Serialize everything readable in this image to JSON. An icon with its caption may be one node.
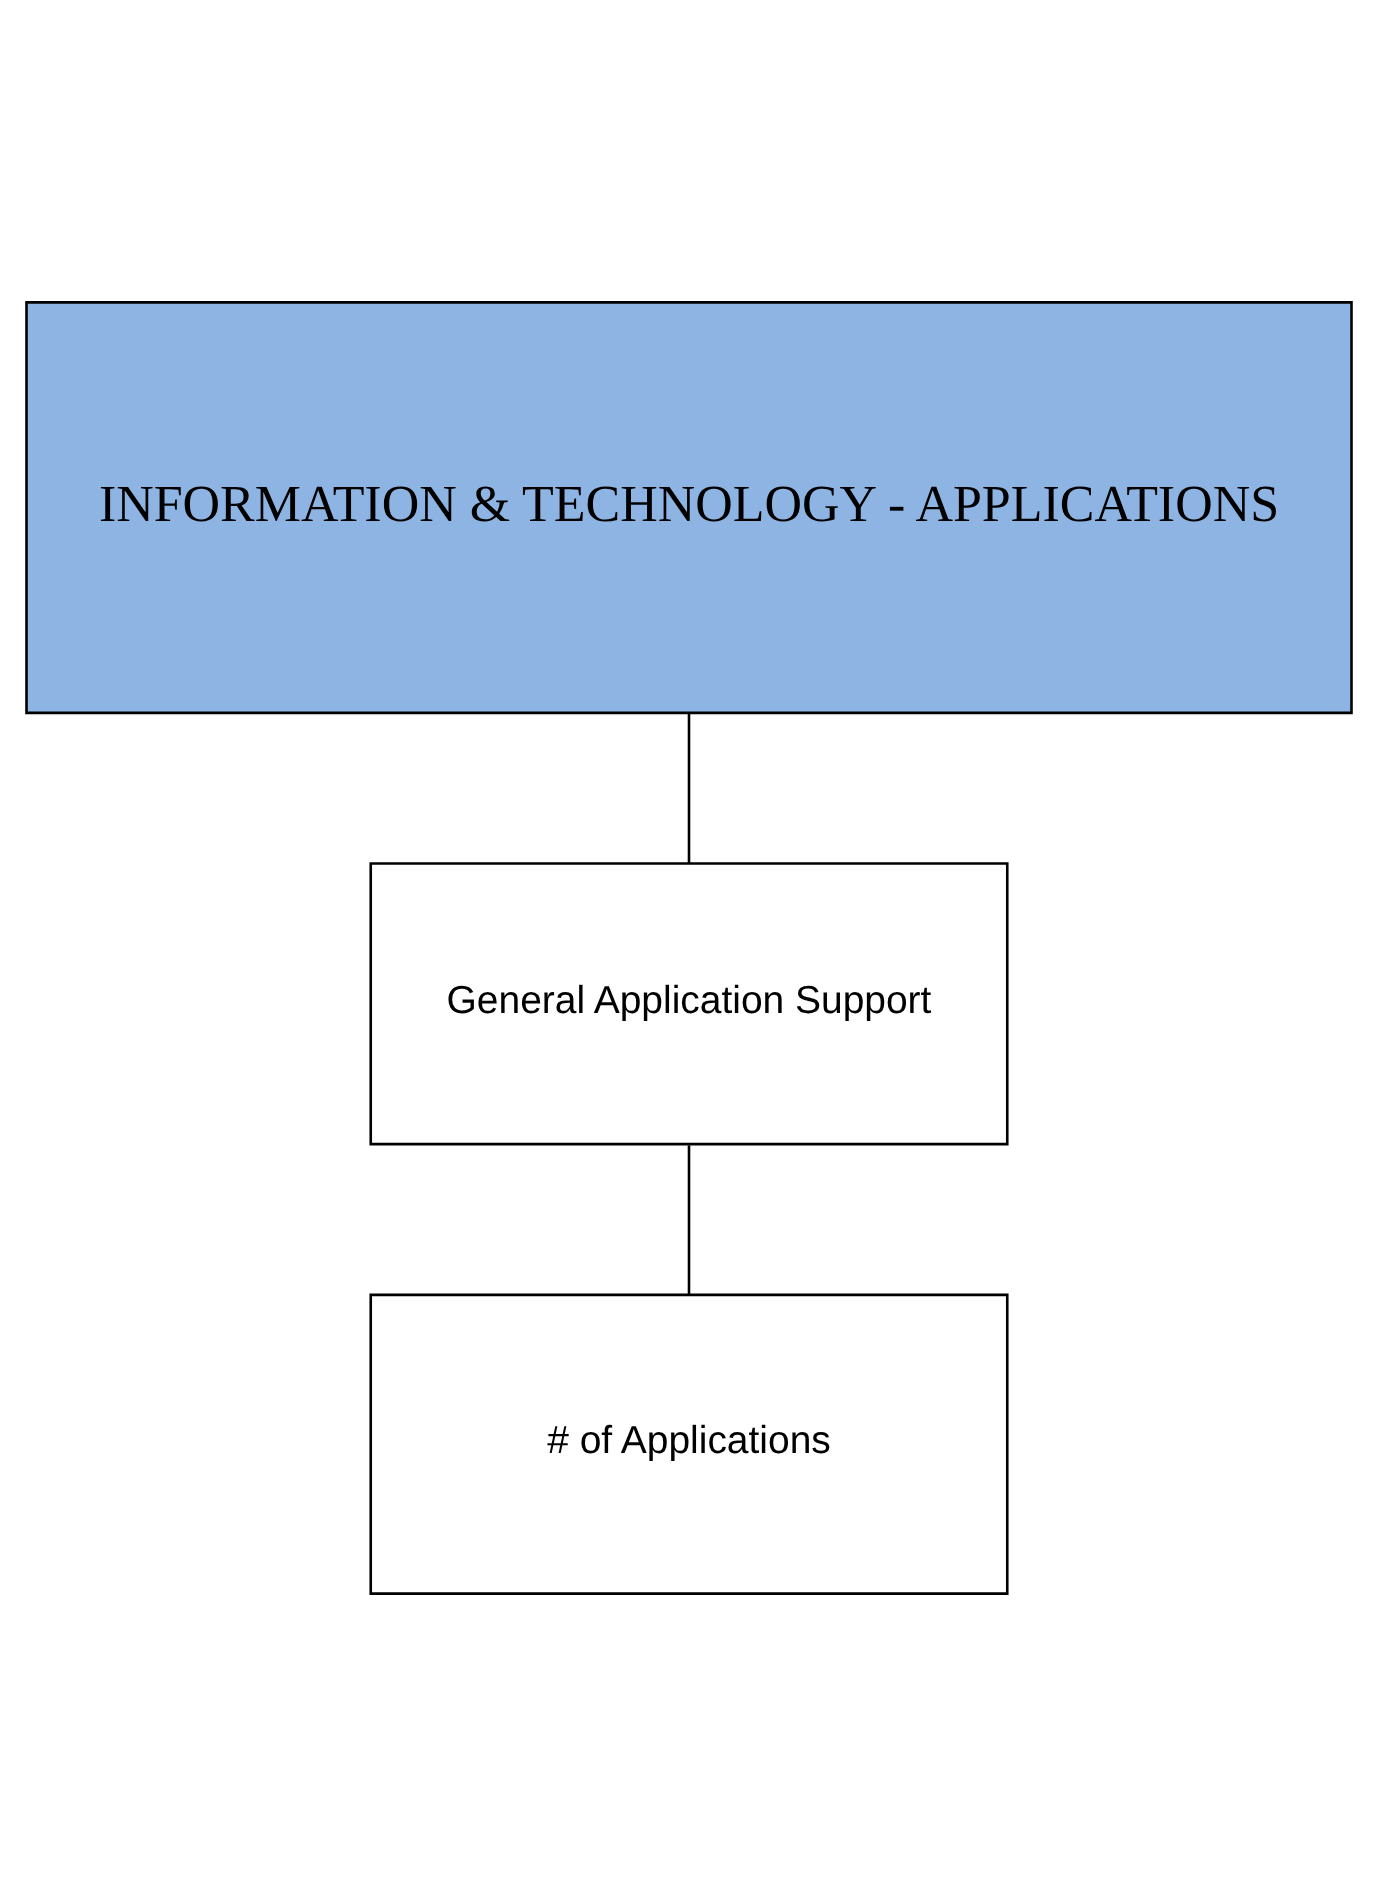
{
  "diagram": {
    "nodes": [
      {
        "text": [
          "INFORMATION & TECHNOLOGY - APPLICATIONS"
        ]
      },
      {
        "text": [
          "General Application Support"
        ]
      },
      {
        "text": [
          "# of Applications"
        ]
      }
    ],
    "edges": [
      {
        "from": 0,
        "to": 1,
        "arrow": "none"
      },
      {
        "from": 1,
        "to": 2,
        "arrow": "none"
      }
    ]
  }
}
